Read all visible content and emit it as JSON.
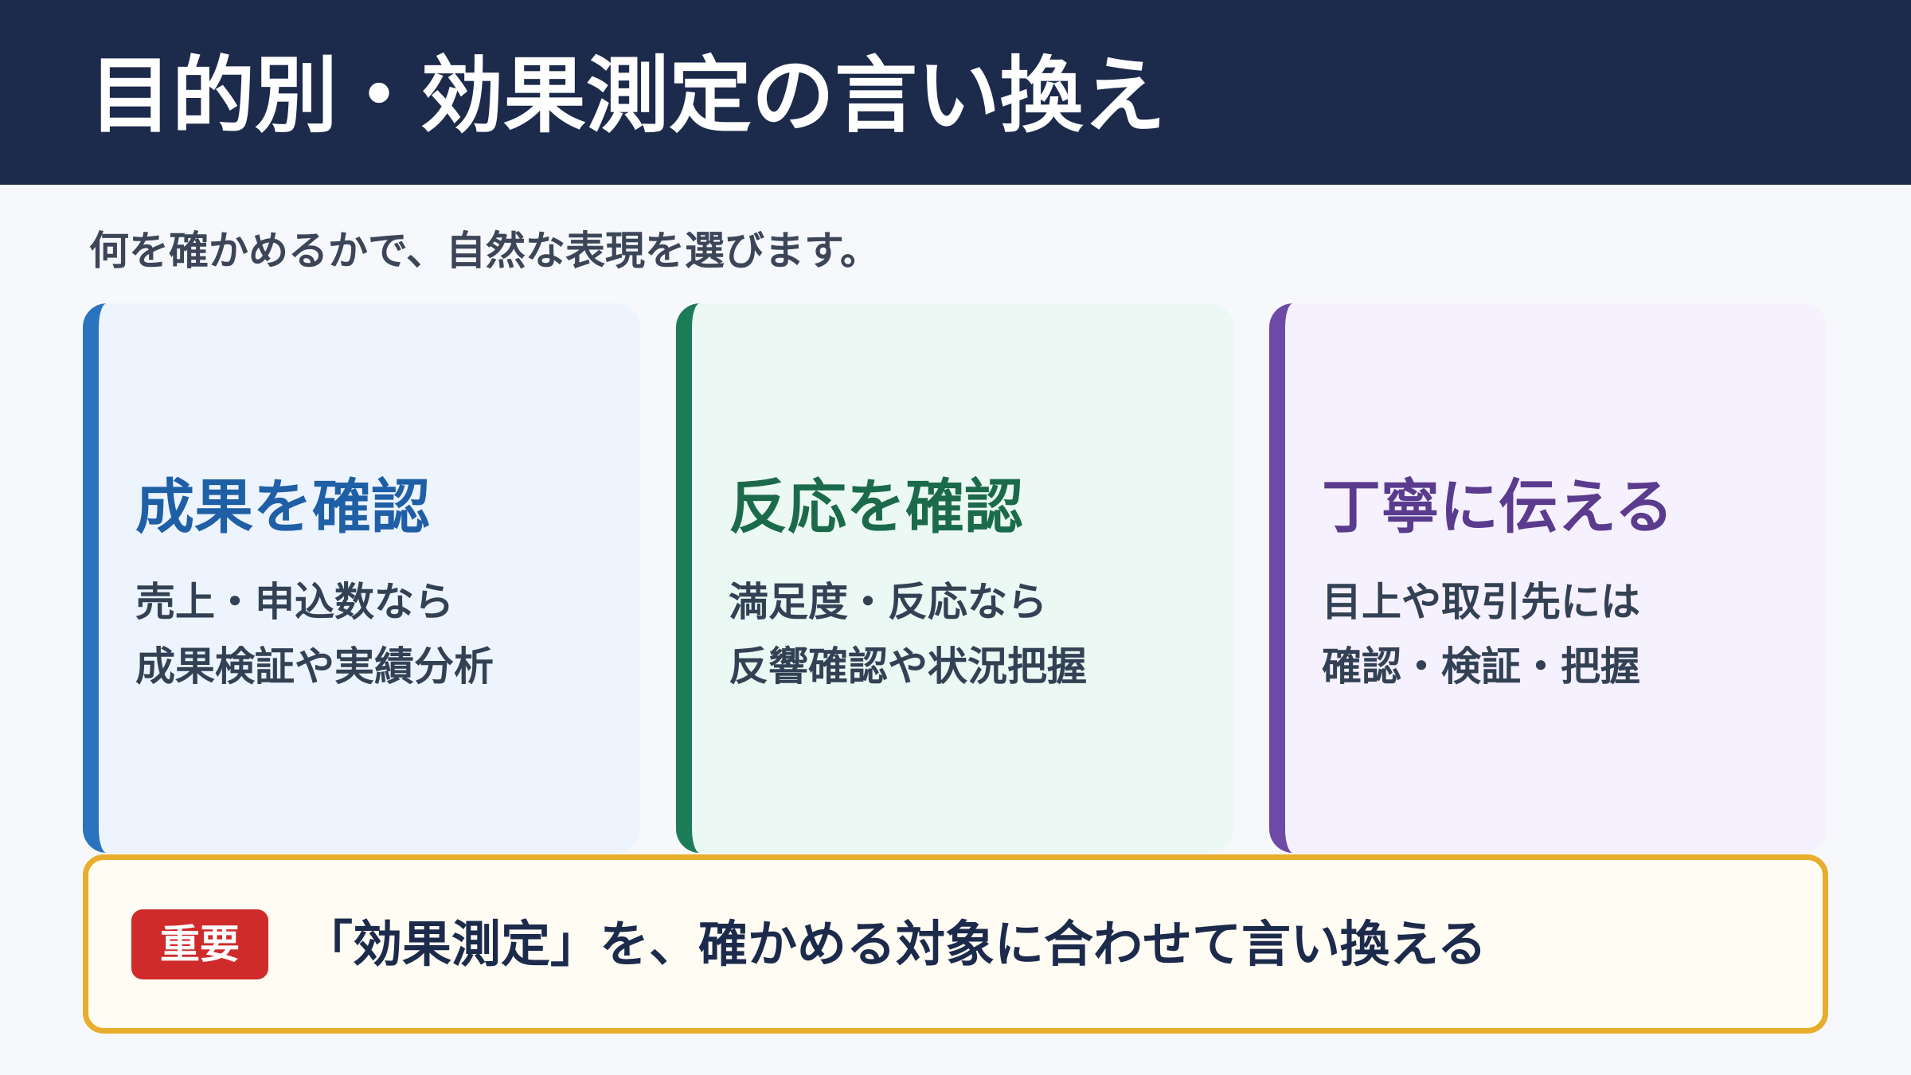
{
  "header": {
    "title": "目的別・効果測定の言い換え"
  },
  "subtitle": "何を確かめるかで、自然な表現を選びます。",
  "cards": [
    {
      "title": "成果を確認",
      "lines": [
        "売上・申込数なら",
        "成果検証や実績分析"
      ],
      "accent_color": "#2a73bf"
    },
    {
      "title": "反応を確認",
      "lines": [
        "満足度・反応なら",
        "反響確認や状況把握"
      ],
      "accent_color": "#1d7c58"
    },
    {
      "title": "丁寧に伝える",
      "lines": [
        "目上や取引先には",
        "確認・検証・把握"
      ],
      "accent_color": "#6c4aa6"
    }
  ],
  "banner": {
    "badge": "重要",
    "text": "「効果測定」を、確かめる対象に合わせて言い換える",
    "border_color": "#e8ad2d",
    "badge_color": "#cf2b2b"
  }
}
